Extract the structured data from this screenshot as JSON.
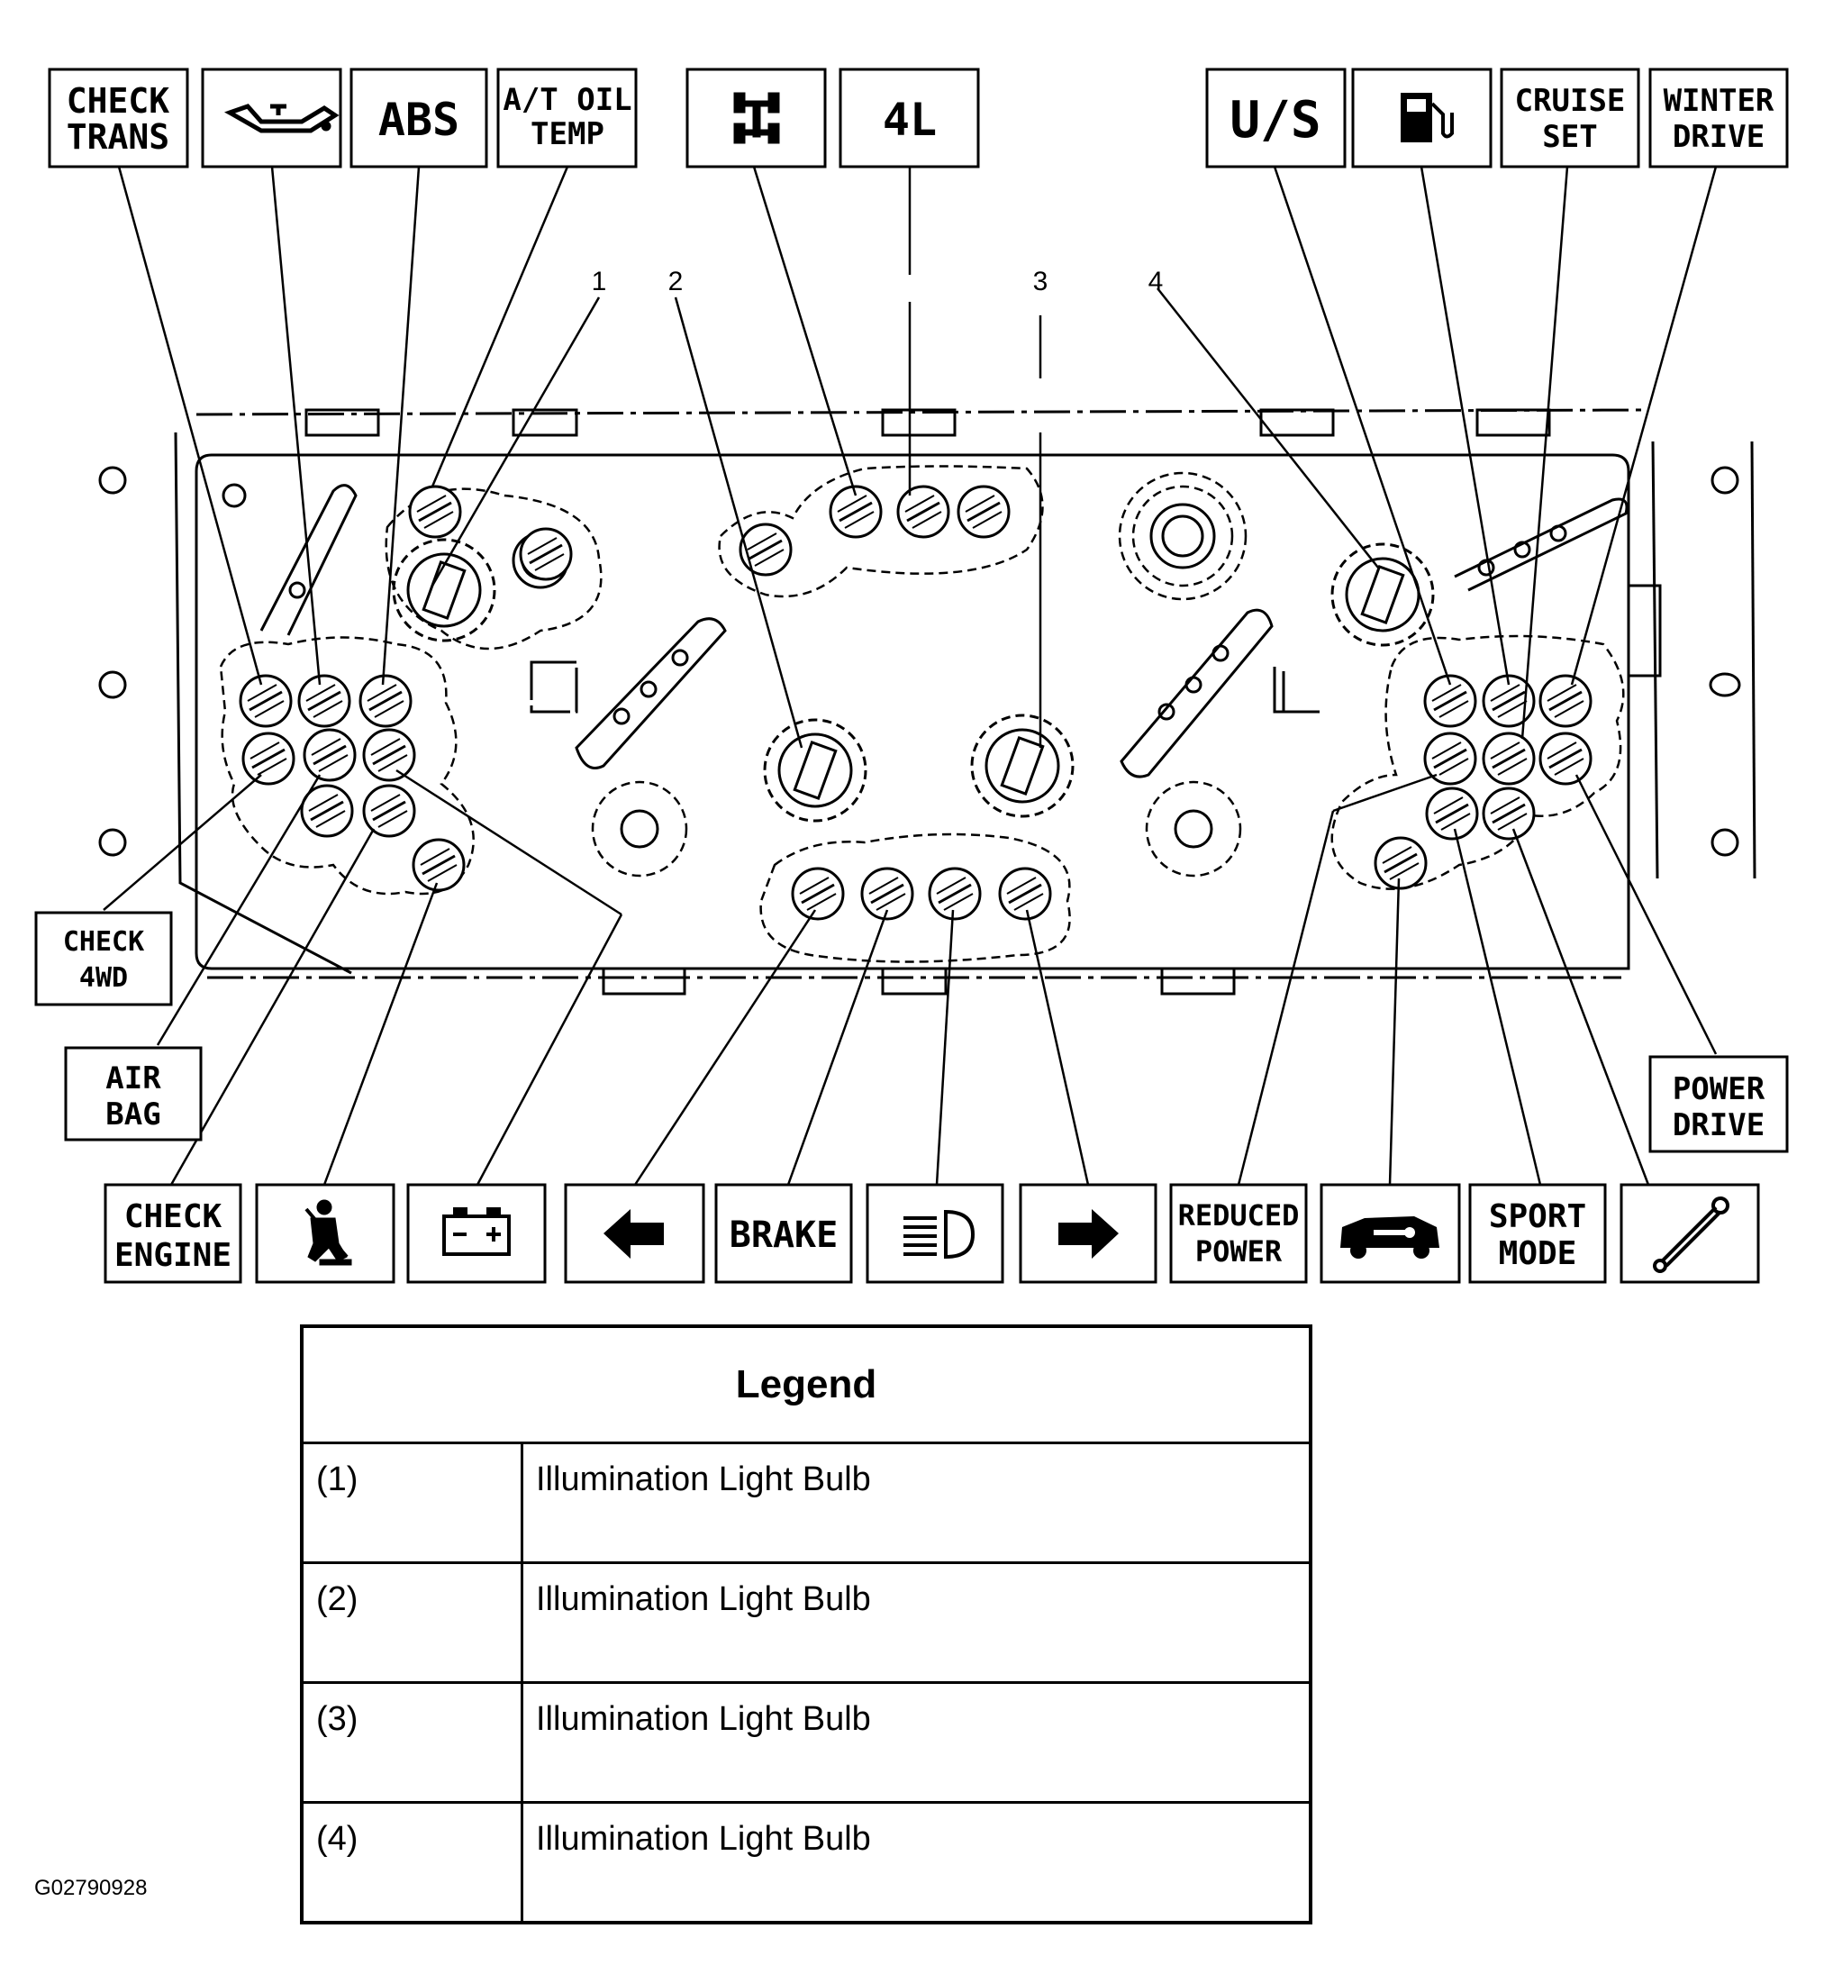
{
  "indicators": {
    "check_trans": [
      "CHECK",
      "TRANS"
    ],
    "oil": "oil-can-icon",
    "abs": "ABS",
    "at_oil_temp": [
      "A/T OIL",
      "TEMP"
    ],
    "fourwd": "4wd-icon",
    "four_l": "4L",
    "us": "U/S",
    "fuel": "fuel-pump-icon",
    "cruise_set": [
      "CRUISE",
      "SET"
    ],
    "winter_drive": [
      "WINTER",
      "DRIVE"
    ],
    "check_4wd": [
      "CHECK",
      "4WD"
    ],
    "air_bag": [
      "AIR",
      "BAG"
    ],
    "power_drive": [
      "POWER",
      "DRIVE"
    ],
    "check_engine": [
      "CHECK",
      "ENGINE"
    ],
    "seatbelt": "seatbelt-icon",
    "battery": "battery-icon",
    "left_turn": "left-arrow-icon",
    "brake": "BRAKE",
    "high_beam": "high-beam-icon",
    "right_turn": "right-arrow-icon",
    "reduced_power": [
      "REDUCED",
      "POWER"
    ],
    "security": "car-key-icon",
    "sport_mode": [
      "SPORT",
      "MODE"
    ],
    "wrench": "wrench-icon"
  },
  "callouts": [
    "1",
    "2",
    "3",
    "4"
  ],
  "legend": {
    "title": "Legend",
    "rows": [
      {
        "num": "(1)",
        "desc": "Illumination Light Bulb"
      },
      {
        "num": "(2)",
        "desc": "Illumination Light Bulb"
      },
      {
        "num": "(3)",
        "desc": "Illumination Light Bulb"
      },
      {
        "num": "(4)",
        "desc": "Illumination Light Bulb"
      }
    ]
  },
  "figure_id": "G02790928"
}
